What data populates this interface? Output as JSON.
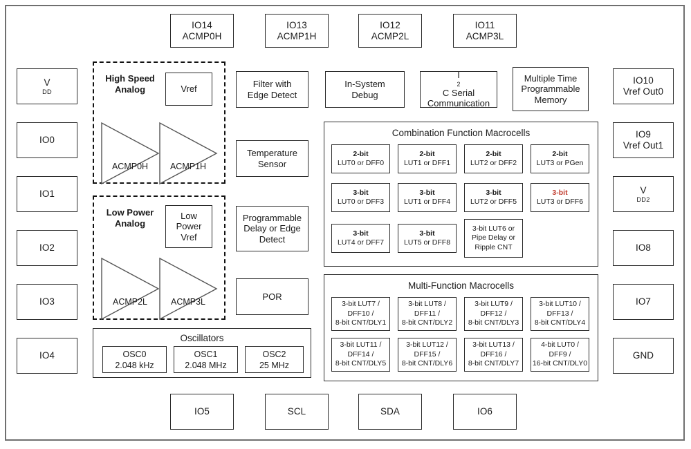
{
  "diagram": {
    "title": "GreenPAK Mixed-Signal Device Block Diagram",
    "accent_red": "#c0392b",
    "frame_color": "#6f6f6f"
  },
  "top_pads": [
    {
      "line1": "IO14",
      "line2": "ACMP0H"
    },
    {
      "line1": "IO13",
      "line2": "ACMP1H"
    },
    {
      "line1": "IO12",
      "line2": "ACMP2L"
    },
    {
      "line1": "IO11",
      "line2": "ACMP3L"
    }
  ],
  "left_pads": [
    {
      "line1": "V",
      "sub": "DD",
      "line2": ""
    },
    {
      "line1": "IO0",
      "line2": ""
    },
    {
      "line1": "IO1",
      "line2": ""
    },
    {
      "line1": "IO2",
      "line2": ""
    },
    {
      "line1": "IO3",
      "line2": ""
    },
    {
      "line1": "IO4",
      "line2": ""
    }
  ],
  "right_pads": [
    {
      "line1": "IO10",
      "line2": "Vref Out0"
    },
    {
      "line1": "IO9",
      "line2": "Vref Out1"
    },
    {
      "line1": "V",
      "sub": "DD2",
      "line2": ""
    },
    {
      "line1": "IO8",
      "line2": ""
    },
    {
      "line1": "IO7",
      "line2": ""
    },
    {
      "line1": "GND",
      "line2": ""
    }
  ],
  "bottom_pads": [
    {
      "line1": "IO5"
    },
    {
      "line1": "SCL"
    },
    {
      "line1": "SDA"
    },
    {
      "line1": "IO6"
    }
  ],
  "high_speed_analog": {
    "title_line1": "High Speed",
    "title_line2": "Analog",
    "vref_label": "Vref",
    "comparators": [
      "ACMP0H",
      "ACMP1H"
    ]
  },
  "low_power_analog": {
    "title_line1": "Low Power",
    "title_line2": "Analog",
    "vref_line1": "Low",
    "vref_line2": "Power",
    "vref_line3": "Vref",
    "comparators": [
      "ACMP2L",
      "ACMP3L"
    ]
  },
  "mid_blocks": [
    {
      "line1": "Filter with",
      "line2": "Edge Detect",
      "line3": ""
    },
    {
      "line1": "Temperature",
      "line2": "Sensor",
      "line3": ""
    },
    {
      "line1": "Programmable",
      "line2": "Delay or Edge",
      "line3": "Detect"
    },
    {
      "line1": "POR",
      "line2": "",
      "line3": ""
    }
  ],
  "top_function_blocks": [
    {
      "line1": "In-System",
      "line2": "Debug",
      "line3": ""
    },
    {
      "line1": "I",
      "sup": "2",
      "line1b": "C Serial",
      "line2": "Communication",
      "line3": ""
    },
    {
      "line1": "Multiple Time",
      "line2": "Programmable",
      "line3": "Memory"
    }
  ],
  "oscillators": {
    "title": "Oscillators",
    "items": [
      {
        "line1": "OSC0",
        "line2": "2.048 kHz"
      },
      {
        "line1": "OSC1",
        "line2": "2.048 MHz"
      },
      {
        "line1": "OSC2",
        "line2": "25 MHz"
      }
    ]
  },
  "combination_macrocells": {
    "title": "Combination Function Macrocells",
    "row1": [
      {
        "hd": "2-bit",
        "l2": "LUT0 or DFF0",
        "l3": "",
        "red": false
      },
      {
        "hd": "2-bit",
        "l2": "LUT1 or DFF1",
        "l3": "",
        "red": false
      },
      {
        "hd": "2-bit",
        "l2": "LUT2 or DFF2",
        "l3": "",
        "red": false
      },
      {
        "hd": "2-bit",
        "l2": "LUT3 or PGen",
        "l3": "",
        "red": false
      }
    ],
    "row2": [
      {
        "hd": "3-bit",
        "l2": "LUT0 or DFF3",
        "l3": "",
        "red": false
      },
      {
        "hd": "3-bit",
        "l2": "LUT1 or DFF4",
        "l3": "",
        "red": false
      },
      {
        "hd": "3-bit",
        "l2": "LUT2 or DFF5",
        "l3": "",
        "red": false
      },
      {
        "hd": "3-bit",
        "l2": "LUT3 or DFF6",
        "l3": "",
        "red": true
      }
    ],
    "row3": [
      {
        "hd": "3-bit",
        "l2": "LUT4 or DFF7",
        "l3": "",
        "red": false
      },
      {
        "hd": "3-bit",
        "l2": "LUT5 or DFF8",
        "l3": "",
        "red": false
      },
      {
        "hd": "3-bit LUT6 or",
        "l2": "Pipe Delay or",
        "l3": "Ripple CNT",
        "red": false,
        "plain": true
      }
    ]
  },
  "multi_macrocells": {
    "title": "Multi-Function Macrocells",
    "row1": [
      {
        "l1": "3-bit LUT7 /",
        "l2": "DFF10 /",
        "l3": "8-bit CNT/DLY1"
      },
      {
        "l1": "3-bit LUT8 /",
        "l2": "DFF11 /",
        "l3": "8-bit CNT/DLY2"
      },
      {
        "l1": "3-bit LUT9 /",
        "l2": "DFF12 /",
        "l3": "8-bit CNT/DLY3"
      },
      {
        "l1": "3-bit LUT10 /",
        "l2": "DFF13 /",
        "l3": "8-bit CNT/DLY4"
      }
    ],
    "row2": [
      {
        "l1": "3-bit LUT11 /",
        "l2": "DFF14 /",
        "l3": "8-bit CNT/DLY5"
      },
      {
        "l1": "3-bit LUT12 /",
        "l2": "DFF15 /",
        "l3": "8-bit CNT/DLY6"
      },
      {
        "l1": "3-bit LUT13 /",
        "l2": "DFF16 /",
        "l3": "8-bit CNT/DLY7"
      },
      {
        "l1": "4-bit LUT0 /",
        "l2": "DFF9 /",
        "l3": "16-bit CNT/DLY0"
      }
    ]
  }
}
